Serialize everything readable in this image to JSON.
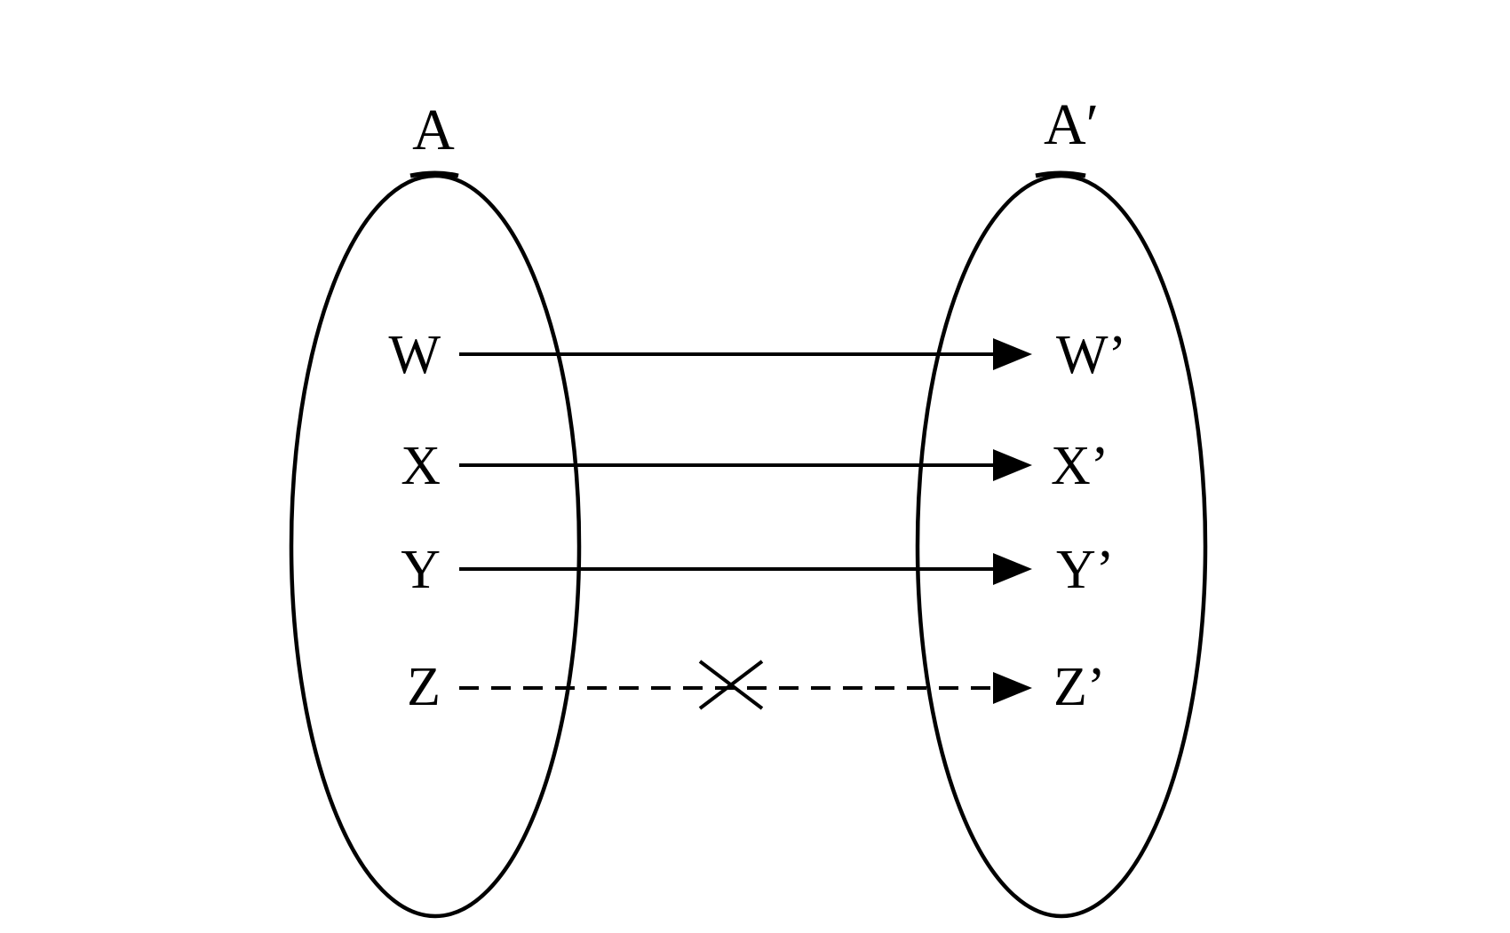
{
  "colors": {
    "stroke": "#000000",
    "background": "#ffffff"
  },
  "sets": {
    "domain": {
      "title": "A",
      "elements": [
        "W",
        "X",
        "Y",
        "Z"
      ]
    },
    "codomain": {
      "title": "A′",
      "elements": [
        "W’",
        "X’",
        "Y’",
        "Z’"
      ]
    }
  },
  "mappings": [
    {
      "from": "W",
      "to": "W’",
      "style": "solid",
      "blocked": false
    },
    {
      "from": "X",
      "to": "X’",
      "style": "solid",
      "blocked": false
    },
    {
      "from": "Y",
      "to": "Y’",
      "style": "solid",
      "blocked": false
    },
    {
      "from": "Z",
      "to": "Z’",
      "style": "dashed",
      "blocked": true
    }
  ]
}
